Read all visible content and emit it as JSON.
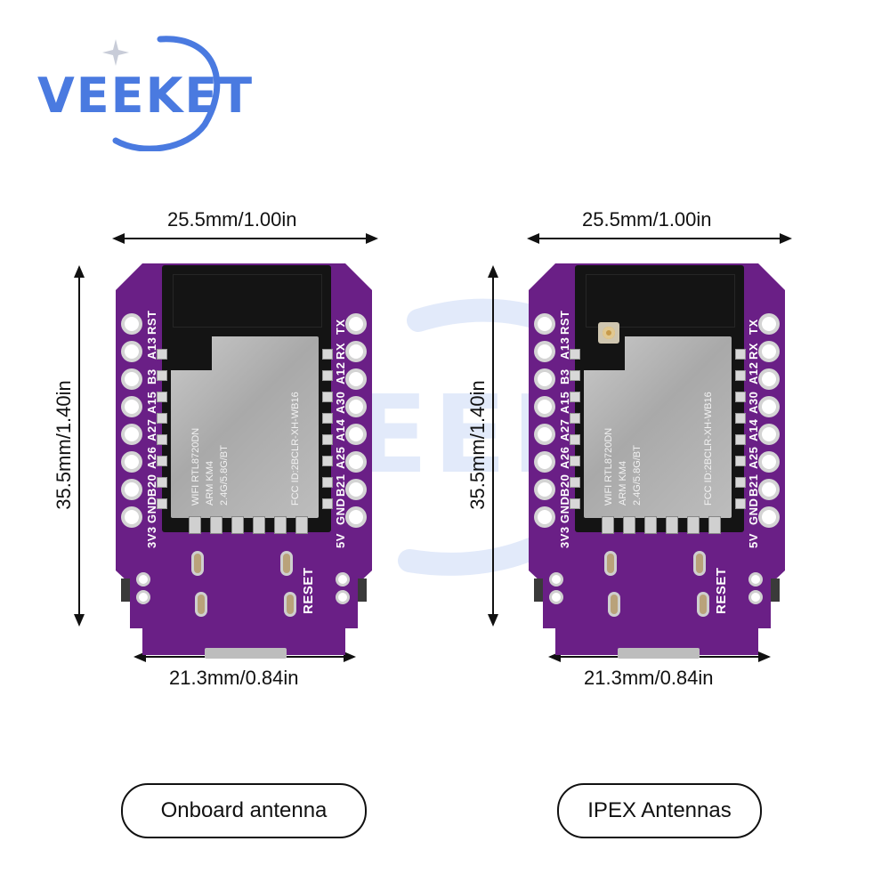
{
  "brand": {
    "logo_text": "VEEKET",
    "accent_color": "#4a7ae0",
    "star_color": "#c8ccd8"
  },
  "watermark": {
    "text": "VEEKET"
  },
  "boards": [
    {
      "id": "onboard",
      "width_label": "25.5mm/1.00in",
      "height_label": "35.5mm/1.40in",
      "bottom_width_label": "21.3mm/0.84in",
      "caption": "Onboard antenna",
      "module_text": {
        "line1": "WIFI RTL8720DN",
        "line2": "ARM  KM4",
        "line3": "2.4G/5.8G/BT",
        "fcc": "FCC ID:2BCLR-XH-WB16"
      },
      "left_pins": [
        "RST",
        "A13",
        "B3",
        "A15",
        "A27",
        "A26",
        "B20",
        "GND",
        "3V3"
      ],
      "right_pins": [
        "TX",
        "RX",
        "A12",
        "A30",
        "A14",
        "A25",
        "B21",
        "GND",
        "5V"
      ],
      "reset_label": "RESET",
      "has_ipex": false
    },
    {
      "id": "ipex",
      "width_label": "25.5mm/1.00in",
      "height_label": "35.5mm/1.40in",
      "bottom_width_label": "21.3mm/0.84in",
      "caption": "IPEX Antennas",
      "module_text": {
        "line1": "WIFI RTL8720DN",
        "line2": "ARM  KM4",
        "line3": "2.4G/5.8G/BT",
        "fcc": "FCC ID:2BCLR-XH-WB16"
      },
      "left_pins": [
        "RST",
        "A13",
        "B3",
        "A15",
        "A27",
        "A26",
        "B20",
        "GND",
        "3V3"
      ],
      "right_pins": [
        "TX",
        "RX",
        "A12",
        "A30",
        "A14",
        "A25",
        "B21",
        "GND",
        "5V"
      ],
      "reset_label": "RESET",
      "has_ipex": true
    }
  ],
  "colors": {
    "pcb": "#6a1f86",
    "module": "#141414",
    "shield": "#b8b8b8",
    "text": "#111111"
  }
}
